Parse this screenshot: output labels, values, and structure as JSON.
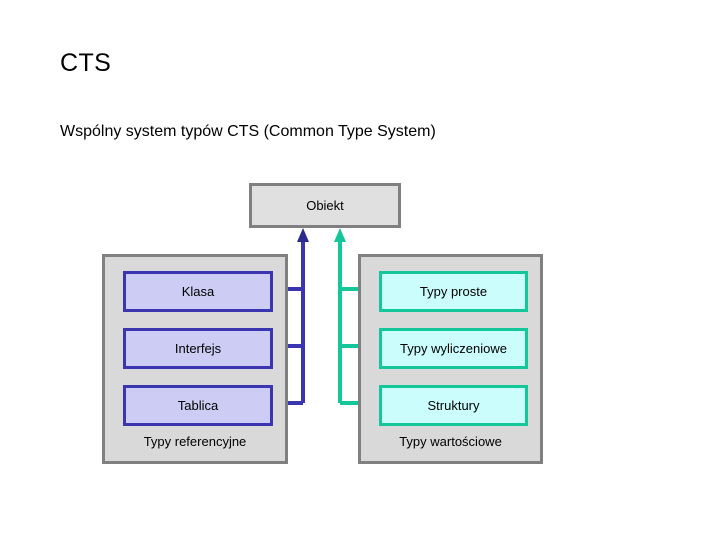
{
  "slide": {
    "title": "CTS",
    "subtitle": "Wspólny system typów CTS (Common Type System)"
  },
  "diagram": {
    "root": {
      "label": "Obiekt",
      "fill": "#e0e0e0",
      "border": "#808080"
    },
    "groups": [
      {
        "id": "reference",
        "caption": "Typy referencyjne",
        "fill": "#d9d9d9",
        "border": "#808080",
        "item_fill": "#ccccf5",
        "item_border": "#3b36b0",
        "connector_color": "#3b36b0",
        "items": [
          {
            "label": "Klasa"
          },
          {
            "label": "Interfejs"
          },
          {
            "label": "Tablica"
          }
        ]
      },
      {
        "id": "value",
        "caption": "Typy wartościowe",
        "fill": "#d9d9d9",
        "border": "#808080",
        "item_fill": "#ccfdfd",
        "item_border": "#14c79a",
        "connector_color": "#14c79a",
        "items": [
          {
            "label": "Typy proste"
          },
          {
            "label": "Typy wyliczeniowe"
          },
          {
            "label": "Struktury"
          }
        ]
      }
    ]
  }
}
